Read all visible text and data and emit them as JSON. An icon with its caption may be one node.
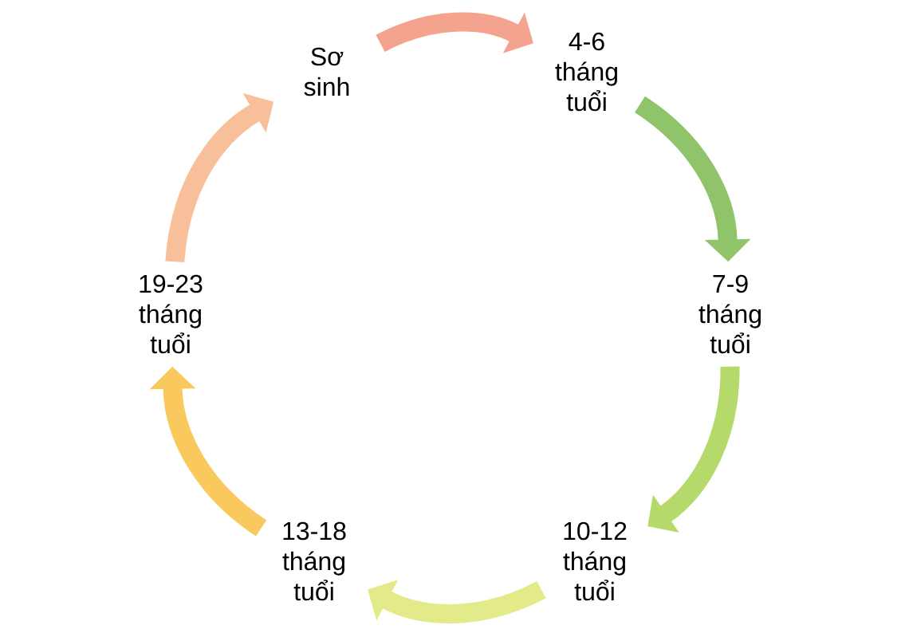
{
  "diagram": {
    "nodes": [
      {
        "text": [
          "Sơ sinh"
        ]
      },
      {
        "text": [
          "4-6 tháng tuổi"
        ]
      },
      {
        "text": [
          "7-9 tháng tuổi"
        ]
      },
      {
        "text": [
          "10-12 tháng tuổi"
        ]
      },
      {
        "text": [
          "13-18 tháng tuổi"
        ]
      },
      {
        "text": [
          "19-23 tháng tuổi"
        ]
      }
    ],
    "edges": [
      {
        "from": 0,
        "to": 1,
        "arrow": "to",
        "color": "#f4a38f"
      },
      {
        "from": 1,
        "to": 2,
        "arrow": "to",
        "color": "#8fc46a"
      },
      {
        "from": 2,
        "to": 3,
        "arrow": "to",
        "color": "#b5d96b"
      },
      {
        "from": 3,
        "to": 4,
        "arrow": "to",
        "color": "#e2ea8a"
      },
      {
        "from": 4,
        "to": 5,
        "arrow": "to",
        "color": "#f9c95e"
      },
      {
        "from": 5,
        "to": 0,
        "arrow": "to",
        "color": "#f7c09a"
      }
    ]
  }
}
